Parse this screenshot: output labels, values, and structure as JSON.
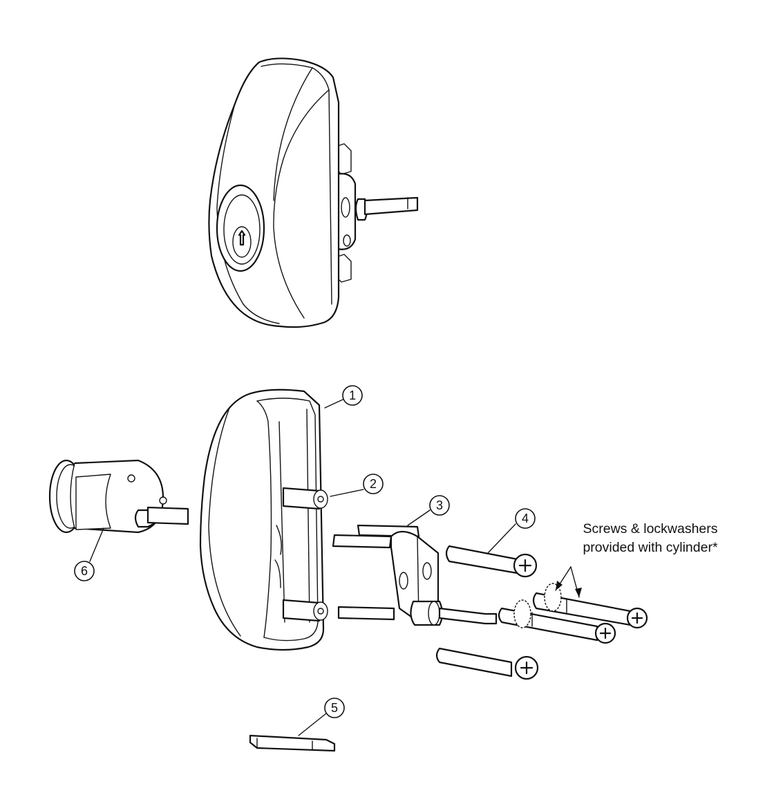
{
  "diagram": {
    "callouts": [
      "1",
      "2",
      "3",
      "4",
      "5",
      "6"
    ],
    "note": {
      "line1": "Screws & lockwashers",
      "line2": "provided with cylinder*"
    }
  }
}
